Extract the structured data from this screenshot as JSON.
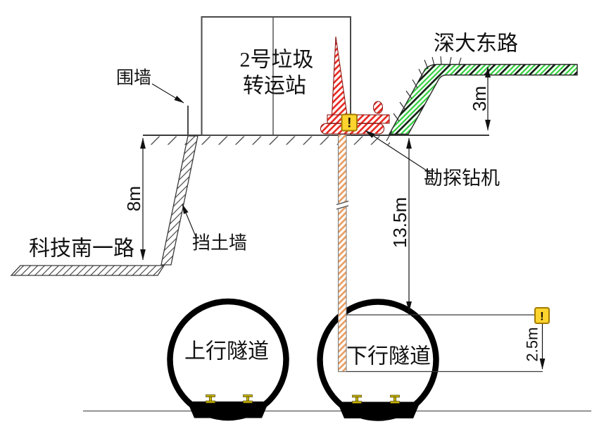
{
  "figure": {
    "type": "engineering-cross-section",
    "building": {
      "name_line1": "2号垃圾",
      "name_line2": "转运站"
    },
    "labels": {
      "perimeter_wall": "围墙",
      "retaining_wall": "挡土墙",
      "left_road": "科技南一路",
      "right_road": "深大东路",
      "drill_rig": "勘探钻机",
      "up_tunnel": "上行隧道",
      "down_tunnel": "下行隧道"
    },
    "dimensions": {
      "excavation_depth": "8m",
      "embankment_height": "3m",
      "tunnel_crown_depth": "13.5m",
      "borehole_penetration": "2.5m"
    },
    "warning_glyph": "!",
    "colors": {
      "rig_hatch_red": "#e8261f",
      "road_hatch_green": "#2fce3a",
      "borehole_hatch_orange": "#e89b5e",
      "warning_fill": "#ffd42e",
      "warning_border": "#a37b00",
      "line": "#3a3a3a"
    }
  }
}
